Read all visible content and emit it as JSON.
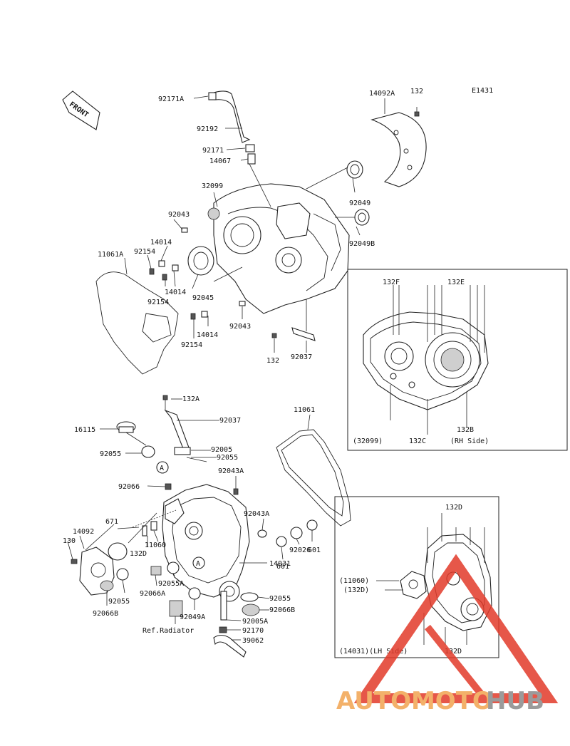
{
  "diagram_code": "E1431",
  "front_label": "FRONT",
  "callout_marker": "A",
  "parts": {
    "p92171A": "92171A",
    "p92192": "92192",
    "p92171": "92171",
    "p14067": "14067",
    "p14092A": "14092A",
    "p132_top": "132",
    "p32099": "32099",
    "p92049": "92049",
    "p92049B": "92049B",
    "p92043_a": "92043",
    "p14014_a": "14014",
    "p92154_a": "92154",
    "p11061A": "11061A",
    "p14014_b": "14014",
    "p92154_b": "92154",
    "p92045": "92045",
    "p92043_b": "92043",
    "p14014_c": "14014",
    "p92154_c": "92154",
    "p132_mid": "132",
    "p92037_a": "92037",
    "p132A": "132A",
    "p92037_b": "92037",
    "p16115": "16115",
    "p92005": "92005",
    "p92055_a": "92055",
    "p92055_b": "92055",
    "p92043A_a": "92043A",
    "p92066": "92066",
    "p11061": "11061",
    "p671": "671",
    "p14092": "14092",
    "p92043A_b": "92043A",
    "p130": "130",
    "p132D_a": "132D",
    "p11060": "11060",
    "p92026": "92026",
    "p601_a": "601",
    "p601_b": "601",
    "p14031": "14031",
    "p92055A": "92055A",
    "p92066A": "92066A",
    "p92055_c": "92055",
    "p92055_d": "92055",
    "p92066B_a": "92066B",
    "p92066B_b": "92066B",
    "p92049A": "92049A",
    "p92005A": "92005A",
    "p92170": "92170",
    "p39062": "39062",
    "ref_radiator": "Ref.Radiator"
  },
  "rh_box": {
    "p132F": "132F",
    "p132E": "132E",
    "p32099": "(32099)",
    "p132C": "132C",
    "p132B": "132B",
    "side": "(RH Side)"
  },
  "lh_box": {
    "p132D_top": "132D",
    "p11060": "(11060)",
    "p132D_paren": "(132D)",
    "p14031": "(14031)(LH Side)",
    "p132D_bottom": "132D"
  },
  "watermark": {
    "text_a": "AUTOMOTO",
    "text_b": "HUB",
    "color_a": "#f2a451",
    "color_b": "#8a8a8a",
    "triangle_color": "#e23a2a"
  }
}
